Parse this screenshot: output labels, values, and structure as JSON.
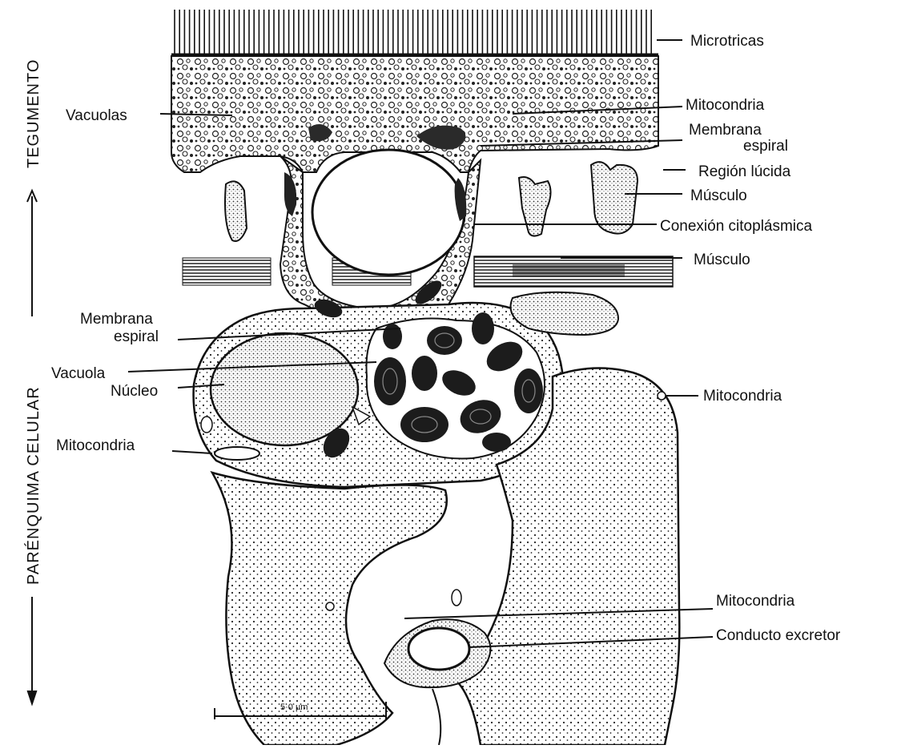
{
  "side_labels": {
    "tegumento": "TEGUMENTO",
    "parenquima": "PARÉNQUIMA CELULAR"
  },
  "labels": {
    "microtricas": "Microtricas",
    "vacuolas": "Vacuolas",
    "mitocondria_1": "Mitocondria",
    "membrana_1_line1": "Membrana",
    "membrana_1_line2": "espiral",
    "region_lucida": "Región lúcida",
    "musculo_1": "Músculo",
    "conexion": "Conexión citoplásmica",
    "musculo_2": "Músculo",
    "membrana_2_line1": "Membrana",
    "membrana_2_line2": "espiral",
    "vacuola": "Vacuola",
    "nucleo": "Núcleo",
    "mitocondria_2": "Mitocondria",
    "mitocondria_3": "Mitocondria",
    "mitocondria_4": "Mitocondria",
    "conducto": "Conducto excretor"
  },
  "scale_bar": "5·0 µm",
  "colors": {
    "ink": "#111111",
    "paper": "#ffffff",
    "dark_organelle": "#1a1a1a"
  }
}
